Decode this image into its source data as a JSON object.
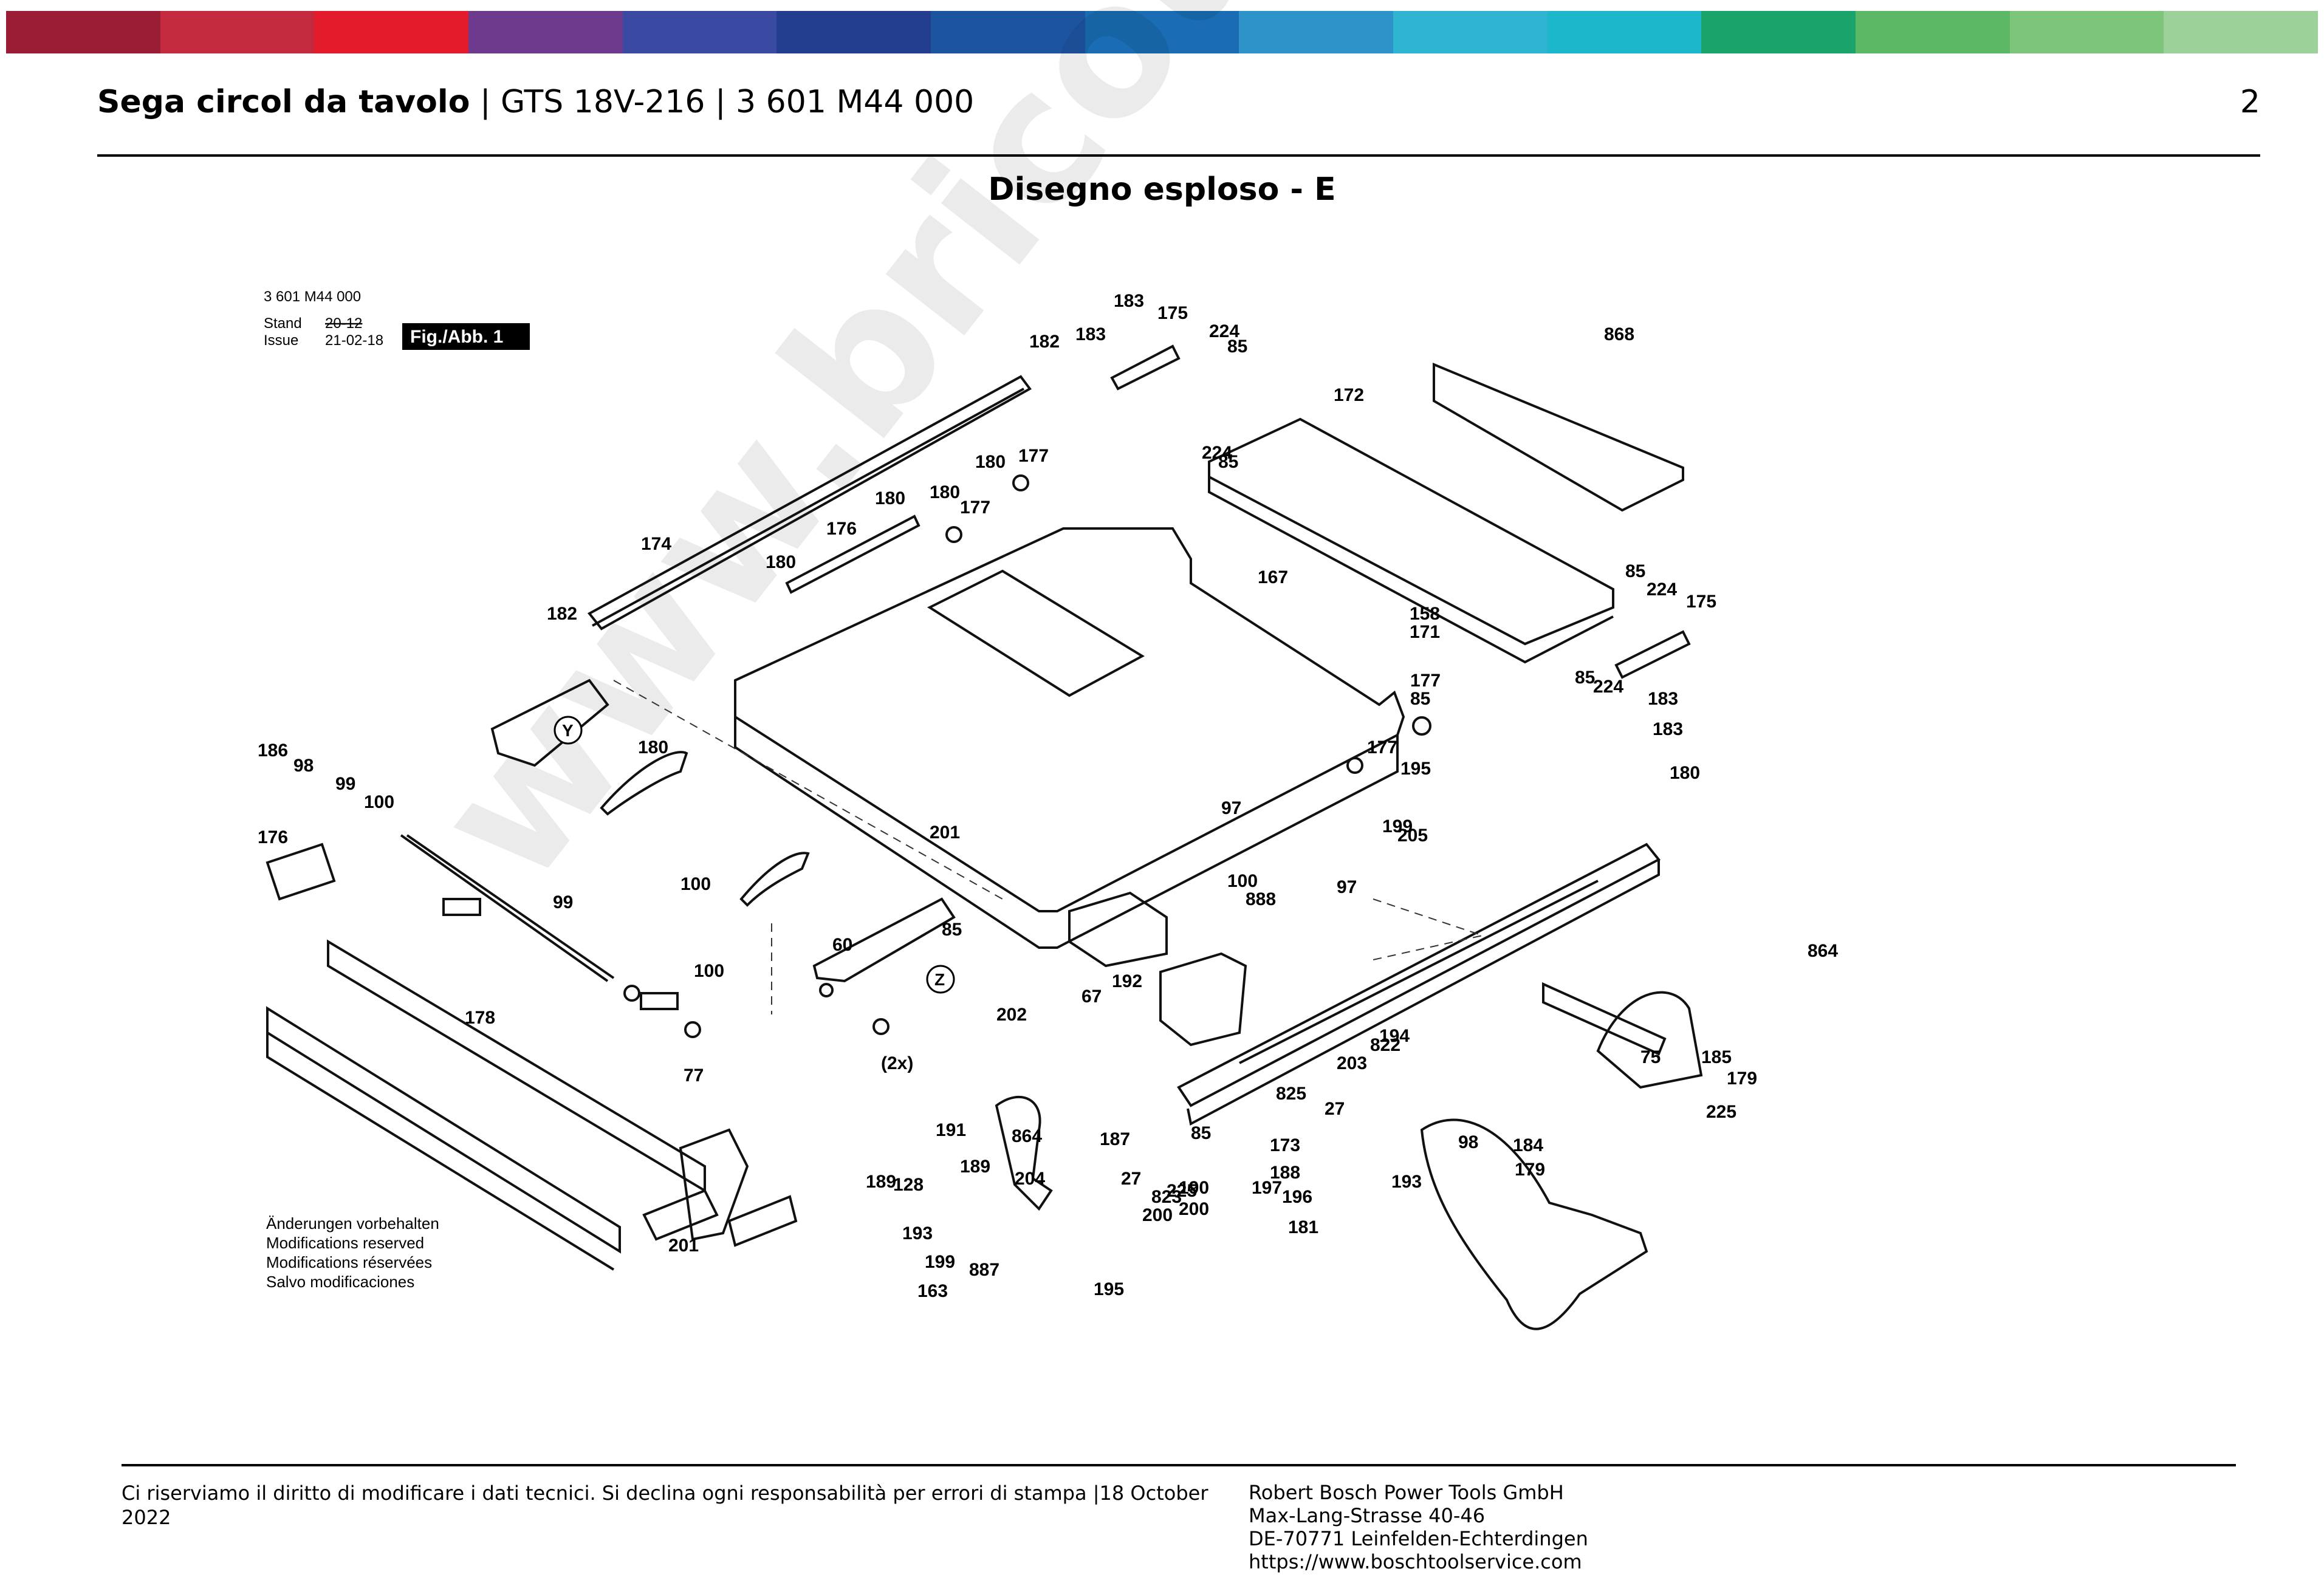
{
  "header": {
    "product_name": "Sega circol da tavolo",
    "model": "| GTS 18V-216 | 3 601 M44 000",
    "page_number": "2"
  },
  "section_title": "Disegno esploso - E",
  "drawing": {
    "code": "3 601 M44 000",
    "stand_label": "Stand",
    "issue_label": "Issue",
    "stand_value": "20-12",
    "issue_value": "21-02-18",
    "fig_label": "Fig./Abb. 1",
    "notes": [
      "Änderungen vorbehalten",
      "Modifications reserved",
      "Modifications réservées",
      "Salvo modificaciones"
    ],
    "callouts": [
      "182",
      "183",
      "183",
      "175",
      "224",
      "85",
      "868",
      "224",
      "85",
      "172",
      "180",
      "177",
      "180",
      "180",
      "177",
      "176",
      "174",
      "180",
      "167",
      "182",
      "85",
      "224",
      "175",
      "158",
      "171",
      "85",
      "224",
      "183",
      "183",
      "177",
      "85",
      "177",
      "180",
      "195",
      "199",
      "201",
      "205",
      "97",
      "100",
      "186",
      "98",
      "99",
      "100",
      "176",
      "180",
      "888",
      "100",
      "97",
      "178",
      "185",
      "225",
      "179",
      "100",
      "99",
      "194",
      "60",
      "864",
      "85",
      "77",
      "75",
      "(2x)",
      "822",
      "203",
      "192",
      "202",
      "98",
      "85",
      "67",
      "825",
      "27",
      "173",
      "864",
      "191",
      "189",
      "189",
      "204",
      "128",
      "27",
      "823",
      "197",
      "187",
      "188",
      "193",
      "193",
      "190",
      "200",
      "181",
      "184",
      "179",
      "225",
      "200",
      "196",
      "201",
      "199",
      "887",
      "163",
      "195"
    ],
    "markers": [
      "Y",
      "Z"
    ]
  },
  "footer": {
    "disclaimer": "Ci riserviamo il diritto di modificare i dati tecnici. Si declina ogni responsabilità per errori di stampa |18 October 2022",
    "company": "Robert Bosch Power Tools GmbH",
    "street": "Max-Lang-Strasse 40-46",
    "city": "DE-70771 Leinfelden-Echterdingen",
    "website": "https://www.boschtoolservice.com"
  },
  "watermark": "www.bricoutensili.com",
  "colors": {
    "band": [
      "#9a1c35",
      "#c42a3e",
      "#e31b2b",
      "#6e3a8e",
      "#3a4aa3",
      "#233d8f",
      "#1d54a0",
      "#1a6db4",
      "#2e93c9",
      "#2fb5d2",
      "#1db7cc",
      "#1aa36b",
      "#5cb865",
      "#7cc57a",
      "#9dd19a"
    ],
    "text": "#000000"
  }
}
